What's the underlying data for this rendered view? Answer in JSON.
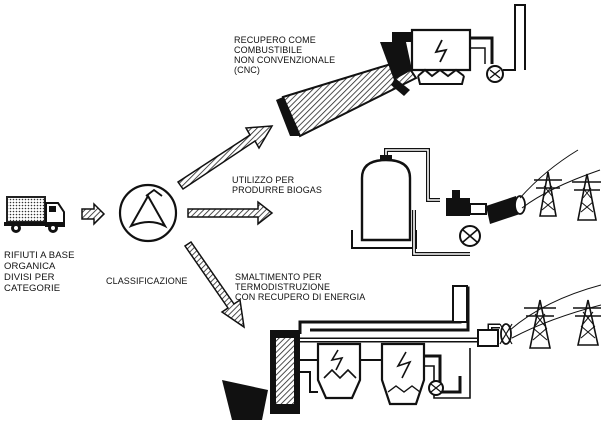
{
  "source": {
    "lines": [
      "RIFIUTI A BASE",
      "ORGANICA",
      "DIVISI PER",
      "CATEGORIE"
    ]
  },
  "classification": {
    "label": "CLASSIFICAZIONE"
  },
  "branches": [
    {
      "id": "cnc",
      "lines": [
        "RECUPERO COME",
        "COMBUSTIBILE",
        "NON CONVENZIONALE",
        "(CNC)"
      ]
    },
    {
      "id": "biogas",
      "lines": [
        "UTILIZZO PER",
        "PRODURRE BIOGAS"
      ]
    },
    {
      "id": "incineration",
      "lines": [
        "SMALTIMENTO PER",
        "TERMODISTRUZIONE",
        "CON RECUPERO DI ENERGIA"
      ]
    }
  ]
}
